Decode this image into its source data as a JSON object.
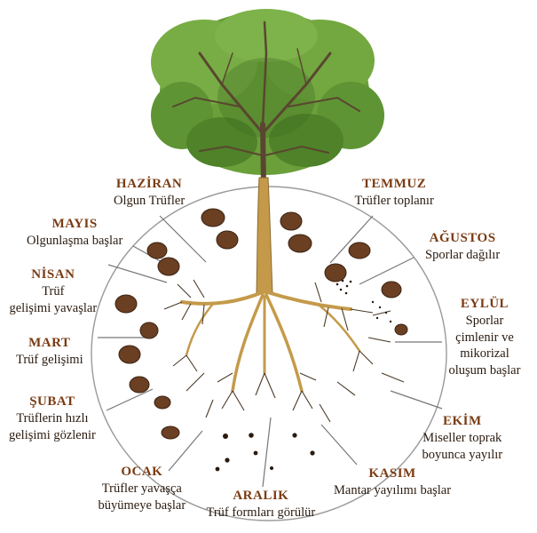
{
  "months": [
    {
      "month": "HAZİRAN",
      "lines": [
        "Olgun Trüfler"
      ]
    },
    {
      "month": "TEMMUZ",
      "lines": [
        "Trüfler toplanır"
      ]
    },
    {
      "month": "MAYIS",
      "lines": [
        "Olgunlaşma başlar"
      ]
    },
    {
      "month": "AĞUSTOS",
      "lines": [
        "Sporlar dağılır"
      ]
    },
    {
      "month": "NİSAN",
      "lines": [
        "Trüf",
        "gelişimi yavaşlar"
      ]
    },
    {
      "month": "EYLÜL",
      "lines": [
        "Sporlar",
        "çimlenir ve",
        "mikorizal",
        "oluşum başlar"
      ]
    },
    {
      "month": "MART",
      "lines": [
        "Trüf gelişimi"
      ]
    },
    {
      "month": "ŞUBAT",
      "lines": [
        "Trüflerin hızlı",
        "gelişimi gözlenir"
      ]
    },
    {
      "month": "EKİM",
      "lines": [
        "Miseller toprak",
        "boyunca yayılır"
      ]
    },
    {
      "month": "OCAK",
      "lines": [
        "Trüfler yavaşça",
        "büyümeye başlar"
      ]
    },
    {
      "month": "KASIM",
      "lines": [
        "Mantar yayılımı başlar"
      ]
    },
    {
      "month": "ARALIK",
      "lines": [
        "Trüf formları görülür"
      ]
    }
  ],
  "colors": {
    "month_text": "#7a3b12",
    "desc_text": "#2a1a0e",
    "leaves": "#6a9f3a",
    "leaves_dark": "#3f6d22",
    "trunk": "#c49a4a",
    "branches": "#5a4630",
    "truffle": "#6b3f22",
    "ellipse": "#9a9a9a"
  }
}
